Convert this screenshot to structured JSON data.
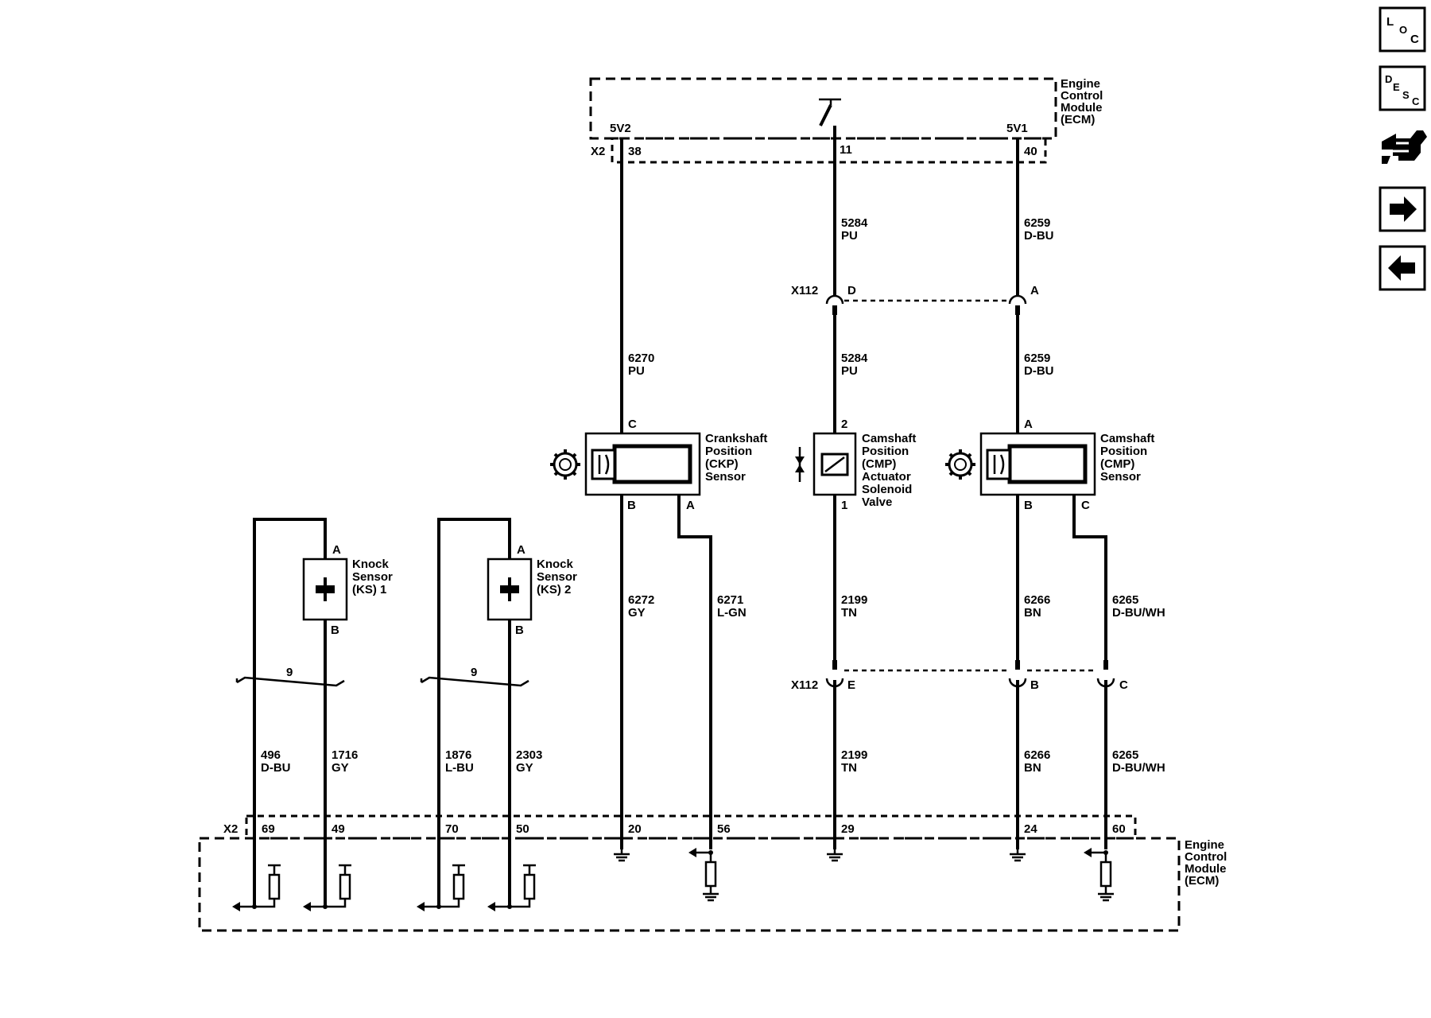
{
  "ecm_top": {
    "line1": "Engine",
    "line2": "Control",
    "line3": "Module",
    "line4": "(ECM)"
  },
  "ecm_bottom": {
    "line1": "Engine",
    "line2": "Control",
    "line3": "Module",
    "line4": "(ECM)"
  },
  "top_connector": {
    "name": "X2",
    "supply_left": "5V2",
    "supply_right": "5V1",
    "pins": [
      "38",
      "11",
      "40"
    ]
  },
  "bottom_connector": {
    "name": "X2",
    "pins": [
      "69",
      "49",
      "70",
      "50",
      "20",
      "56",
      "29",
      "24",
      "60"
    ]
  },
  "inline_connector_upper": {
    "name": "X112",
    "pins": [
      "D",
      "A"
    ]
  },
  "inline_connector_lower": {
    "name": "X112",
    "pins": [
      "E",
      "B",
      "C"
    ]
  },
  "wires": {
    "w5284_upper": {
      "circuit": "5284",
      "color": "PU"
    },
    "w6259_upper": {
      "circuit": "6259",
      "color": "D-BU"
    },
    "w6270": {
      "circuit": "6270",
      "color": "PU"
    },
    "w5284_lower": {
      "circuit": "5284",
      "color": "PU"
    },
    "w6259_lower": {
      "circuit": "6259",
      "color": "D-BU"
    },
    "w6272": {
      "circuit": "6272",
      "color": "GY"
    },
    "w6271": {
      "circuit": "6271",
      "color": "L-GN"
    },
    "w2199_upper": {
      "circuit": "2199",
      "color": "TN"
    },
    "w6266_upper": {
      "circuit": "6266",
      "color": "BN"
    },
    "w6265_upper": {
      "circuit": "6265",
      "color": "D-BU/WH"
    },
    "w2199_lower": {
      "circuit": "2199",
      "color": "TN"
    },
    "w6266_lower": {
      "circuit": "6266",
      "color": "BN"
    },
    "w6265_lower": {
      "circuit": "6265",
      "color": "D-BU/WH"
    },
    "w496": {
      "circuit": "496",
      "color": "D-BU"
    },
    "w1716": {
      "circuit": "1716",
      "color": "GY"
    },
    "w1876": {
      "circuit": "1876",
      "color": "L-BU"
    },
    "w2303": {
      "circuit": "2303",
      "color": "GY"
    }
  },
  "ckp_sensor": {
    "lines": [
      "Crankshaft",
      "Position",
      "(CKP)",
      "Sensor"
    ],
    "pins": [
      "C",
      "B",
      "A"
    ]
  },
  "cmp_solenoid": {
    "lines": [
      "Camshaft",
      "Position",
      "(CMP)",
      "Actuator",
      "Solenoid",
      "Valve"
    ],
    "pins": [
      "2",
      "1"
    ]
  },
  "cmp_sensor": {
    "lines": [
      "Camshaft",
      "Position",
      "(CMP)",
      "Sensor"
    ],
    "pins": [
      "A",
      "B",
      "C"
    ]
  },
  "knock_sensor_1": {
    "lines": [
      "Knock",
      "Sensor",
      "(KS) 1"
    ],
    "pins": [
      "A",
      "B"
    ],
    "twist_label": "9"
  },
  "knock_sensor_2": {
    "lines": [
      "Knock",
      "Sensor",
      "(KS) 2"
    ],
    "pins": [
      "A",
      "B"
    ],
    "twist_label": "9"
  },
  "nav": {
    "loc": {
      "l": "L",
      "o": "O",
      "c": "C"
    },
    "desc": {
      "d": "D",
      "e": "E",
      "s": "S",
      "c": "C"
    },
    "icons": [
      "loc-icon",
      "desc-icon",
      "connector-icon",
      "next-arrow-icon",
      "previous-arrow-icon"
    ]
  }
}
